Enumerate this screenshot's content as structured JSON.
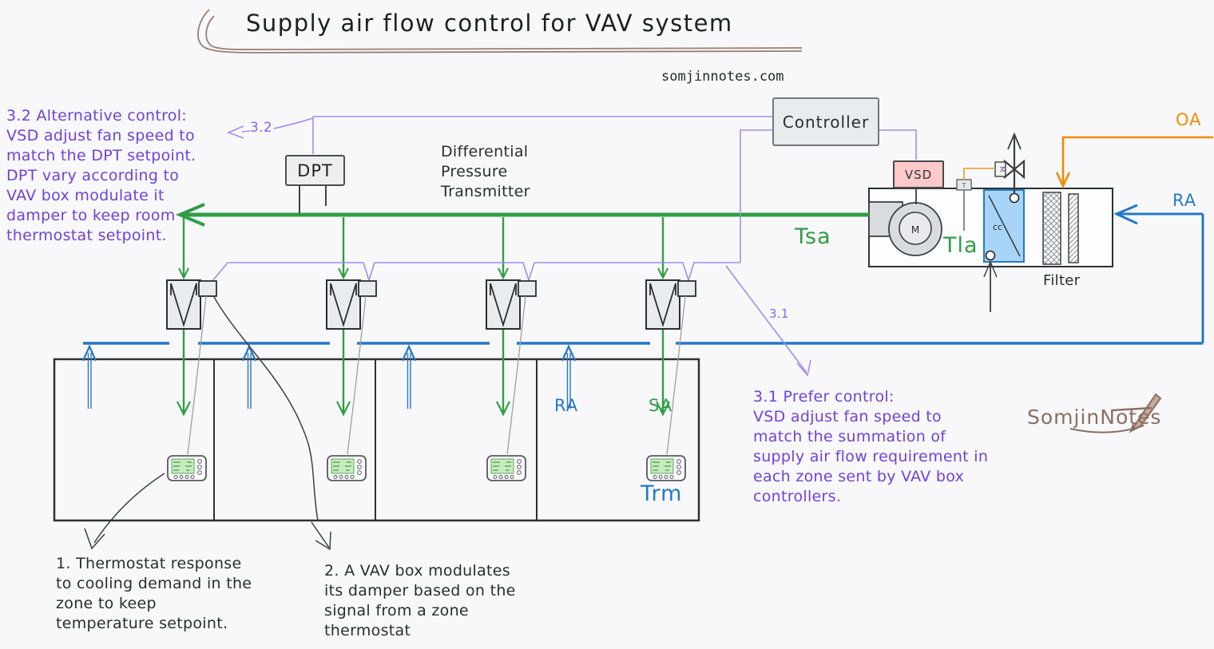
{
  "title": "Supply air flow control for VAV system",
  "site": "somjinnotes.com",
  "logo": {
    "text": "SomjinNotes"
  },
  "controller": {
    "label": "Controller"
  },
  "dpt": {
    "label": "DPT",
    "caption_lines": [
      "Differential",
      "Pressure",
      "Transmitter"
    ]
  },
  "vsd": {
    "label": "VSD"
  },
  "ahu": {
    "motor_label": "M",
    "coil_label": "cc",
    "t_sensor_label": "T",
    "actuator_label": "M",
    "filter_label": "Filter"
  },
  "labels": {
    "tsa": "Tsa",
    "tla": "Tla",
    "oa": "OA",
    "ra_right": "RA",
    "ra_zone": "RA",
    "sa_zone": "SA",
    "trm": "Trm",
    "ref31": "3.1",
    "ref32": "3.2"
  },
  "notes": {
    "note32": {
      "lines": [
        "3.2 Alternative control:",
        "VSD adjust fan speed to",
        "match the DPT setpoint.",
        "DPT vary according to",
        "VAV box modulate it",
        "damper to keep room",
        "thermostat setpoint."
      ]
    },
    "note31": {
      "lines": [
        "3.1 Prefer control:",
        "VSD adjust fan speed to",
        "match the summation of",
        "supply air flow requirement in",
        "each zone sent by VAV box",
        "controllers."
      ]
    },
    "note1": {
      "lines": [
        "1. Thermostat response",
        "to cooling demand in the",
        "zone to keep",
        "temperature setpoint."
      ]
    },
    "note2": {
      "lines": [
        "2. A VAV box modulates",
        "its damper based on the",
        "signal from a zone",
        "thermostat"
      ]
    }
  },
  "colors": {
    "background": "#f8f8fa",
    "supply_green": "#2f9e44",
    "return_blue": "#2478c8",
    "control_purple_text": "#6f42d8",
    "control_purple_wire": "#a18cf0",
    "oa_orange": "#f08c00",
    "vsd_pink": "#ffc9c9",
    "coil_blue_fill": "#a8d4f7",
    "box_gray_fill": "#e9ecef",
    "brand_brown": "#8a6f63"
  }
}
